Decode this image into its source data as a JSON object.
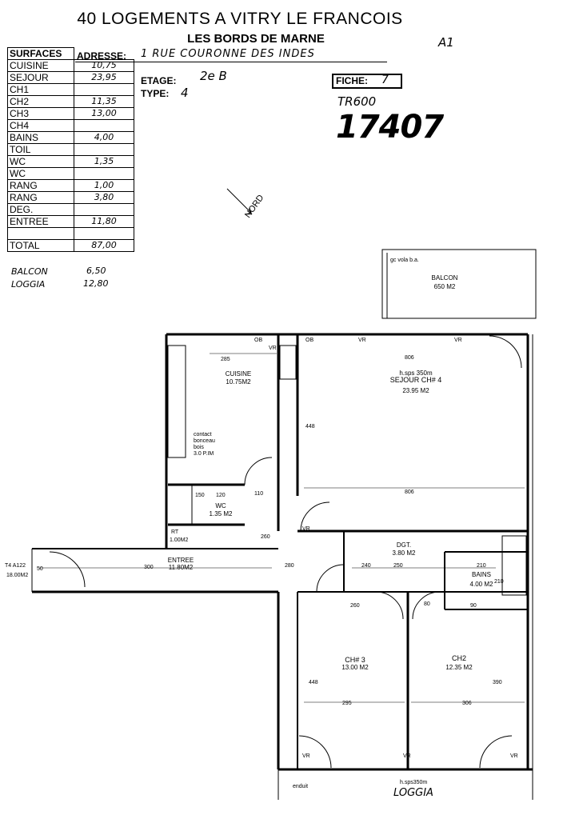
{
  "header": {
    "title": "40 LOGEMENTS A VITRY LE FRANCOIS",
    "subtitle": "LES BORDS DE MARNE",
    "corner_mark": "A1",
    "adresse_label": "ADRESSE:",
    "adresse_value": "1 RUE COURONNE DES INDES",
    "etage_label": "ETAGE:",
    "etage_value": "2e B",
    "type_label": "TYPE:",
    "type_value": "4",
    "fiche_label": "FICHE:",
    "fiche_value": "7",
    "ref_code": "TR600",
    "big_number": "17407",
    "nord_label": "NORD"
  },
  "surfaces": {
    "header": "SURFACES",
    "rows": [
      {
        "label": "CUISINE",
        "value": "10,75"
      },
      {
        "label": "SEJOUR",
        "value": "23,95"
      },
      {
        "label": "CH1",
        "value": ""
      },
      {
        "label": "CH2",
        "value": "11,35"
      },
      {
        "label": "CH3",
        "value": "13,00"
      },
      {
        "label": "CH4",
        "value": ""
      },
      {
        "label": "BAINS",
        "value": "4,00"
      },
      {
        "label": "TOIL",
        "value": ""
      },
      {
        "label": "WC",
        "value": "1,35"
      },
      {
        "label": "WC",
        "value": ""
      },
      {
        "label": "RANG",
        "value": "1,00"
      },
      {
        "label": "RANG",
        "value": "3,80"
      },
      {
        "label": "DEG.",
        "value": ""
      },
      {
        "label": "ENTREE",
        "value": "11,80"
      },
      {
        "label": "",
        "value": ""
      },
      {
        "label": "TOTAL",
        "value": "87,00"
      }
    ],
    "extra": [
      {
        "label": "BALCON",
        "value": "6,50"
      },
      {
        "label": "LOGGIA",
        "value": "12,80"
      }
    ]
  },
  "plan": {
    "rooms": [
      {
        "name": "CUISINE",
        "area": "10.75M2"
      },
      {
        "name": "SEJOUR CH# 4",
        "area": "23.95 M2",
        "note": "h.sps 350m"
      },
      {
        "name": "BALCON",
        "area": "650 M2"
      },
      {
        "name": "WC",
        "area": "1.35 M2"
      },
      {
        "name": "RT",
        "area": "1.00M2"
      },
      {
        "name": "ENTREE",
        "area": "11.80M2"
      },
      {
        "name": "DGT.",
        "area": "3.80 M2"
      },
      {
        "name": "BAINS",
        "area": "4.00 M2"
      },
      {
        "name": "CH# 3",
        "area": "13.00 M2"
      },
      {
        "name": "CH2",
        "area": "12.35 M2"
      },
      {
        "name": "T4 A122",
        "area": "18.00M2"
      }
    ],
    "loggia_label": "LOGGIA",
    "loggia_note": "h.sps350m",
    "cuisine_note": [
      "contact",
      "bonceau",
      "bois",
      "3.0 P.IM"
    ],
    "balcon_note": "gc vola b.a.",
    "dims": [
      "285",
      "806",
      "806",
      "448",
      "448",
      "110",
      "260",
      "300",
      "280",
      "210",
      "240",
      "260",
      "250",
      "90",
      "295",
      "306",
      "80",
      "50",
      "120",
      "150",
      "210",
      "390"
    ],
    "tags": [
      "OB",
      "VR",
      "OB",
      "VR",
      "VR",
      "VR",
      "VR",
      "VR",
      "VR",
      "enduit"
    ]
  }
}
